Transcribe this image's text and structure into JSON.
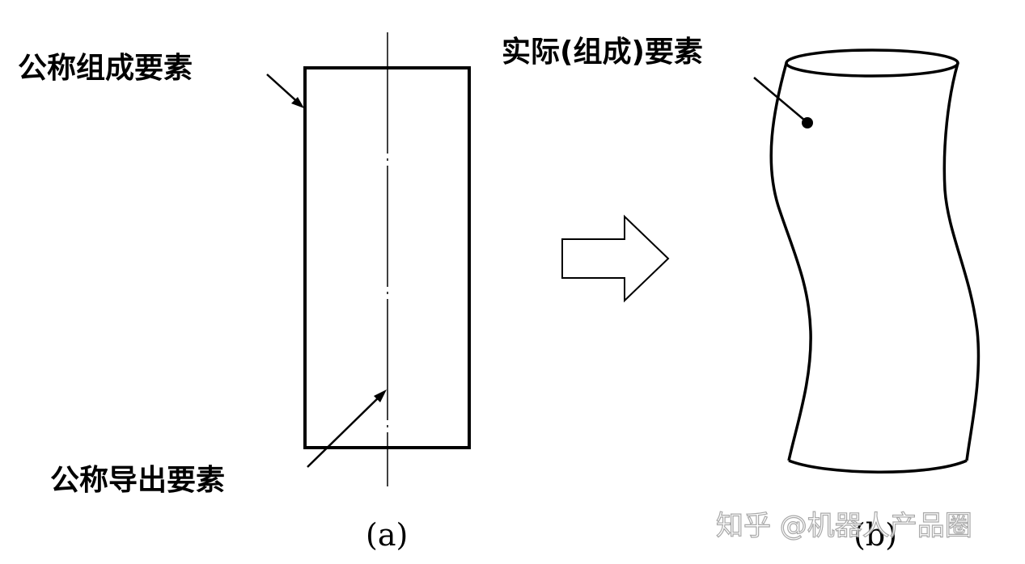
{
  "labels": {
    "nominal_integral": "公称组成要素",
    "nominal_derived": "公称导出要素",
    "actual_integral": "实际(组成)要素"
  },
  "captions": {
    "a": "(a)",
    "b": "(b)"
  },
  "watermark": "知乎 @机器人产品圈",
  "colors": {
    "stroke": "#000000",
    "background": "#ffffff"
  }
}
